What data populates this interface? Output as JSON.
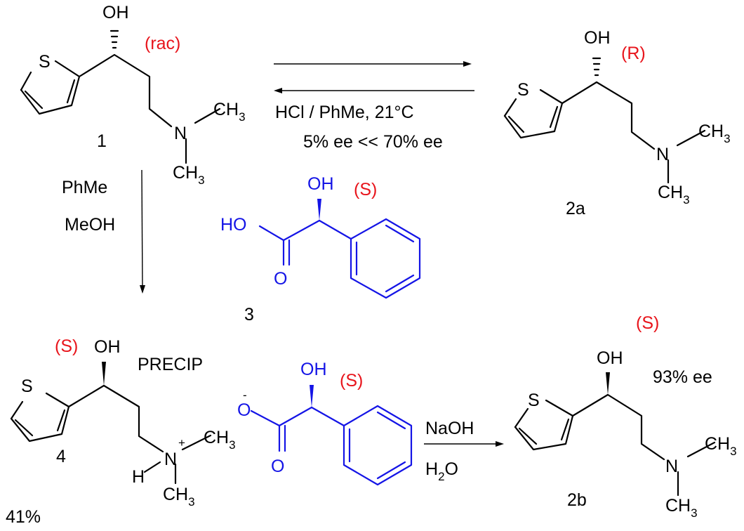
{
  "compound_1": {
    "number": "1",
    "oh": "OH",
    "stereo": "(rac)",
    "s": "S",
    "n": "N",
    "ch3_top": "CH",
    "ch3_top_sub": "3",
    "ch3_bot": "CH",
    "ch3_bot_sub": "3"
  },
  "compound_2a": {
    "number": "2a",
    "oh": "OH",
    "stereo": "(R)",
    "s": "S",
    "n": "N",
    "ch3_top": "CH",
    "ch3_top_sub": "3",
    "ch3_bot": "CH",
    "ch3_bot_sub": "3"
  },
  "compound_3": {
    "number": "3",
    "oh": "OH",
    "ho": "HO",
    "o": "O",
    "stereo": "(S)"
  },
  "compound_4": {
    "number": "4",
    "oh": "OH",
    "stereo": "(S)",
    "s": "S",
    "n": "N",
    "plus": "+",
    "h": "H",
    "ch3_top": "CH",
    "ch3_top_sub": "3",
    "ch3_bot": "CH",
    "ch3_bot_sub": "3",
    "precip": "PRECIP",
    "yield": "41%"
  },
  "anion": {
    "o_minus": "O",
    "minus": "-",
    "o": "O",
    "oh": "OH",
    "stereo": "(S)"
  },
  "compound_2b": {
    "number": "2b",
    "oh": "OH",
    "stereo": "(S)",
    "ee": "93% ee",
    "s": "S",
    "n": "N",
    "ch3_top": "CH",
    "ch3_top_sub": "3",
    "ch3_bot": "CH",
    "ch3_bot_sub": "3"
  },
  "conditions": {
    "equilibrium_line1": "HCl / PhMe, 21°C",
    "equilibrium_line2": "5% ee << 70% ee",
    "down_solvent1": "PhMe",
    "down_solvent2": "MeOH",
    "base_reagent": "NaOH",
    "base_solvent": "H",
    "base_solvent_sub": "2",
    "base_solvent_end": "O"
  }
}
